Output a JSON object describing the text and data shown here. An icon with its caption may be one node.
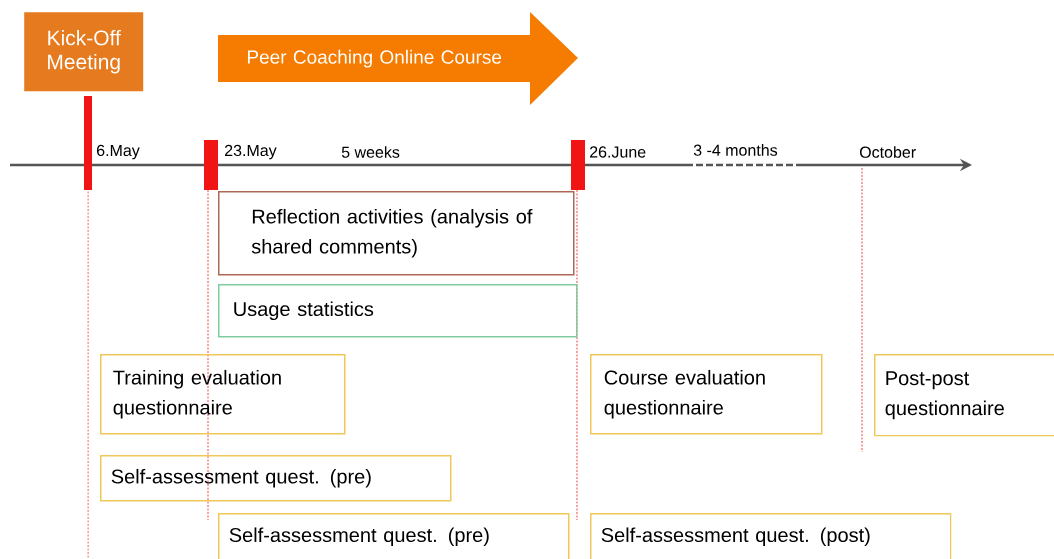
{
  "diagram": {
    "nodes": [
      {
        "text": [
          "Kick-Off Meeting"
        ]
      },
      {
        "text": [
          "Peer Coaching Online Course"
        ]
      },
      {
        "text": [
          "Reflection activities (analysis of shared comments)"
        ]
      },
      {
        "text": [
          "Usage statistics"
        ]
      },
      {
        "text": [
          "Training evaluation questionnaire"
        ]
      },
      {
        "text": [
          "Self-assessment quest. (pre)"
        ]
      },
      {
        "text": [
          "Self-assessment quest. (pre)"
        ]
      },
      {
        "text": [
          "Course evaluation questionnaire"
        ]
      },
      {
        "text": [
          "Post-post questionnaire"
        ]
      },
      {
        "text": [
          "Self-assessment quest. (post)"
        ]
      }
    ],
    "edges": [],
    "labels": [
      "6.May",
      "23.May",
      "5 weeks",
      "26.June",
      "3 -4 months",
      "October"
    ]
  }
}
